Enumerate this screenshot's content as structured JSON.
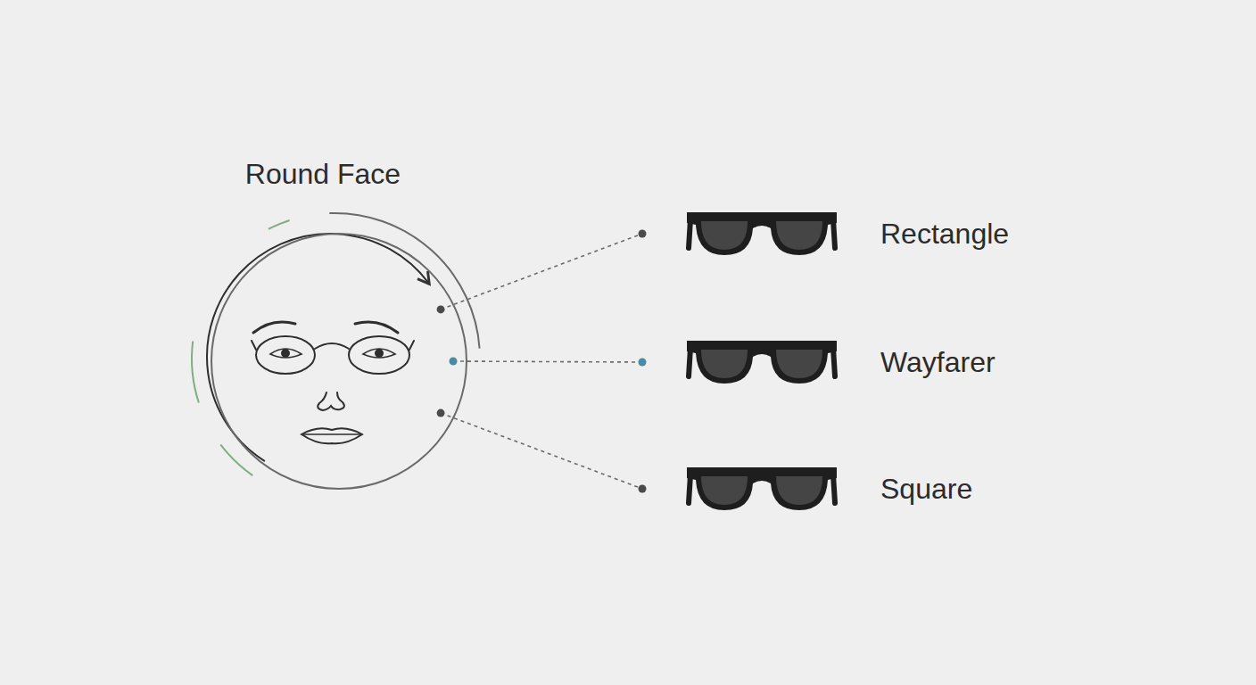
{
  "diagram": {
    "nodes": [
      {
        "text": [
          "Round Face"
        ]
      },
      {
        "text": [
          "Rectangle"
        ]
      },
      {
        "text": [
          "Wayfarer"
        ]
      },
      {
        "text": [
          "Square"
        ]
      }
    ],
    "edges": [
      {
        "from": 0,
        "to": 1,
        "arrow": "none"
      },
      {
        "from": 0,
        "to": 2,
        "arrow": "none"
      },
      {
        "from": 0,
        "to": 3,
        "arrow": "none"
      }
    ]
  }
}
